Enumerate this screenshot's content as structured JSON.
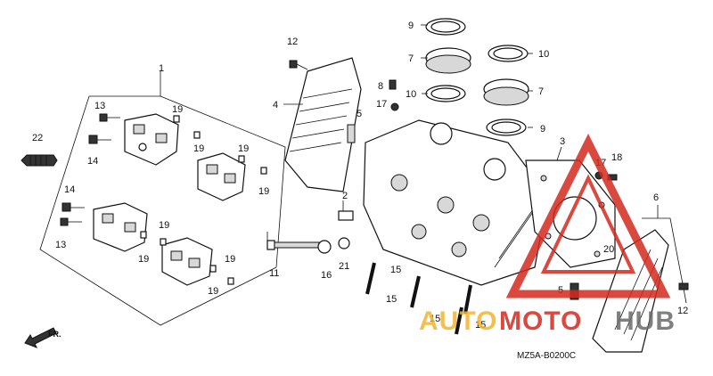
{
  "callouts": {
    "c1": "1",
    "c2": "2",
    "c3": "3",
    "c4": "4",
    "c5a": "5",
    "c5b": "5",
    "c6": "6",
    "c7a": "7",
    "c7b": "7",
    "c8": "8",
    "c9a": "9",
    "c9b": "9",
    "c10a": "10",
    "c10b": "10",
    "c11": "11",
    "c12a": "12",
    "c12b": "12",
    "c13a": "13",
    "c13b": "13",
    "c14a": "14",
    "c14b": "14",
    "c15a": "15",
    "c15b": "15",
    "c15c": "15",
    "c15d": "15",
    "c16": "16",
    "c17a": "17",
    "c17b": "17",
    "c18": "18",
    "c19a": "19",
    "c19b": "19",
    "c19c": "19",
    "c19d": "19",
    "c19e": "19",
    "c19f": "19",
    "c19g": "19",
    "c19h": "19",
    "c20": "20",
    "c21": "21",
    "c22": "22"
  },
  "fr_label": "FR.",
  "diagram_code": "MZ5A-B0200C",
  "watermark": {
    "part1": "AUTO",
    "part2": "MOTO",
    "part3": "HUB"
  },
  "colors": {
    "watermark_red": "#d42a1e",
    "watermark_orange": "#f2b632",
    "watermark_grey": "#6b6b6b"
  }
}
